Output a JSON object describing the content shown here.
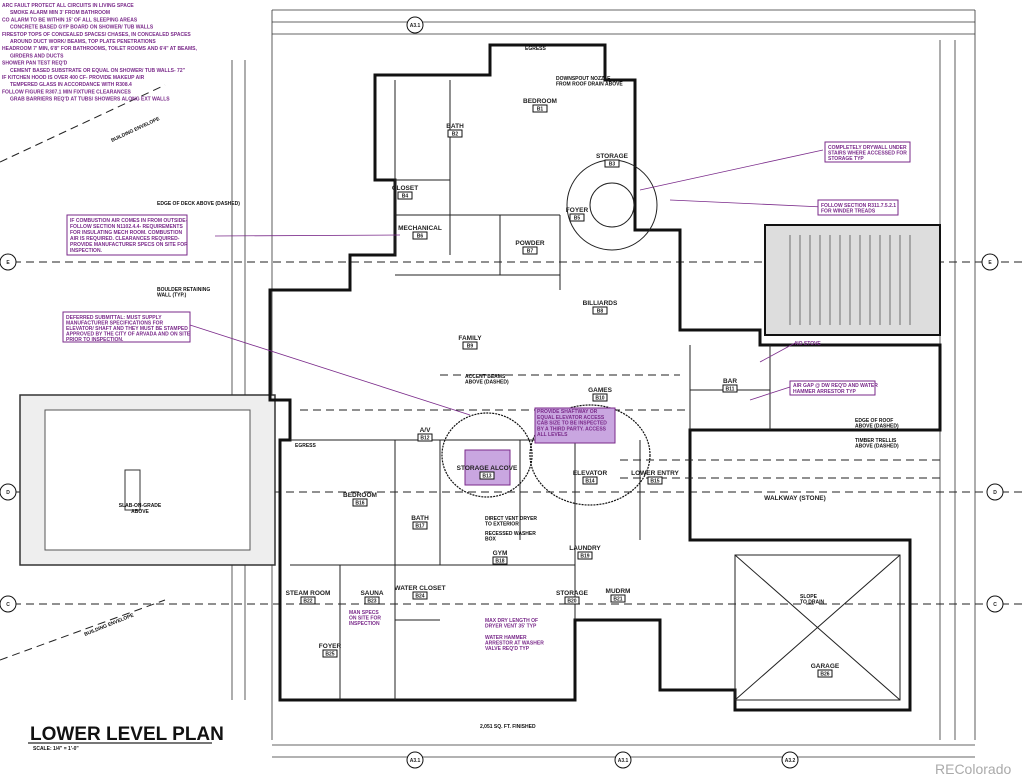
{
  "title": "LOWER LEVEL PLAN",
  "scale": "SCALE: 1/4\" = 1'-0\"",
  "area": "2,051 SQ. FT. FINISHED",
  "watermark": "REColorado",
  "general_notes": [
    "ARC FAULT PROTECT ALL CIRCUITS IN LIVING SPACE",
    "SMOKE ALARM MIN 3' FROM BATHROOM",
    "CO ALARM TO BE WITHIN 15' OF ALL SLEEPING AREAS",
    "CONCRETE BASED GYP BOARD ON SHOWER/ TUB WALLS",
    "FIRESTOP TOPS OF CONCEALED SPACES/ CHASES, IN CONCEALED SPACES",
    "AROUND DUCT WORK/ BEAMS, TOP PLATE PENETRATIONS",
    "HEADROOM 7' MIN, 6'8\" FOR BATHROOMS, TOILET ROOMS AND 6'4\" AT BEAMS,",
    "GIRDERS AND DUCTS",
    "SHOWER PAN TEST REQ'D",
    "CEMENT BASED SUBSTRATE OR EQUAL ON SHOWER/ TUB WALLS- 72\"",
    "IF KITCHEN HOOD IS OVER 400 CF- PROVIDE MAKEUP AIR",
    "TEMPERED GLASS IN ACCORDANCE WITH R308.4",
    "FOLLOW FIGURE R307.1 MIN FIXTURE CLEARANCES",
    "GRAB BARRIERS REQ'D AT TUBS/ SHOWERS ALONG EXT WALLS"
  ],
  "callouts": {
    "combustion": [
      "IF COMBUSTION AIR COMES IN FROM OUTSIDE-",
      "FOLLOW SECTION N1102.4.4- REQUIREMENTS",
      "FOR INSULATING MECH ROOM. COMBUSTION",
      "AIR IS REQUIRED. CLEARANCES REQUIRED-",
      "PROVIDE MANUFACTURER SPECS ON SITE FOR",
      "INSPECTION."
    ],
    "deferred": [
      "DEFERRED SUBMITTAL: MUST SUPPLY",
      "MANUFACTURER SPECIFICATIONS FOR",
      "ELEVATOR/ SHAFT AND THEY MUST BE STAMPED",
      "APPROVED BY THE CITY OF ARVADA AND ON SITE",
      "PRIOR TO INSPECTION."
    ],
    "drywall": [
      "COMPLETELY DRYWALL UNDER",
      "STAIRS WHERE ACCESSED FOR",
      "STORAGE TYP"
    ],
    "winder": [
      "FOLLOW SECTION R311.7.5.2.1",
      "FOR WINDER TREADS"
    ],
    "elevator": [
      "PROVIDE SHAFTWAY OR",
      "EQUAL ELEVATOR ACCESS",
      "CAB SIZE TO BE INSPECTED",
      "BY A THIRD PARTY. ACCESS",
      "ALL LEVELS"
    ],
    "air_gap": [
      "AIR GAP @ DW REQ'D AND WATER",
      "HAMMER ARRESTOR TYP"
    ],
    "no_stove": "NO STOVE",
    "man_specs": [
      "MAN SPECS",
      "ON SITE FOR",
      "INSPECTION"
    ],
    "dryer": [
      "MAX DRY LENGTH OF",
      "DRYER VENT 35' TYP"
    ],
    "water_hammer": [
      "WATER HAMMER",
      "ARRESTOR AT WASHER",
      "VALVE REQ'D TYP"
    ]
  },
  "labels": {
    "deck": "EDGE OF DECK ABOVE (DASHED)",
    "boulder": [
      "BOULDER RETAINING",
      "WALL (TYP.)"
    ],
    "envelope": "BUILDING ENVELOPE",
    "envelope2": "BUILDING ENVELOPE",
    "slab": [
      "SLAB-ON-GRADE",
      "ABOVE"
    ],
    "roof": [
      "EDGE OF ROOF",
      "ABOVE (DASHED)"
    ],
    "trellis": [
      "TIMBER TRELLIS",
      "ABOVE (DASHED)"
    ],
    "beams": [
      "ACCENT BEAMS",
      "ABOVE (DASHED)"
    ],
    "downspout": [
      "DOWNSPOUT NOZZLE",
      "FROM ROOF DRAIN ABOVE"
    ],
    "dryer_vent": [
      "DIRECT VENT DRYER",
      "TO EXTERIOR"
    ],
    "washer_box": [
      "RECESSED WASHER",
      "BOX"
    ],
    "slope": [
      "SLOPE",
      "TO DRAIN"
    ],
    "egress": "EGRESS",
    "egress2": "EGRESS"
  },
  "rooms": [
    {
      "name": "BEDROOM",
      "num": "B1"
    },
    {
      "name": "BATH",
      "num": "B2"
    },
    {
      "name": "STORAGE",
      "num": "B3"
    },
    {
      "name": "CLOSET",
      "num": "B4"
    },
    {
      "name": "FOYER",
      "num": "B5"
    },
    {
      "name": "MECHANICAL",
      "num": "B6"
    },
    {
      "name": "POWDER",
      "num": "B7"
    },
    {
      "name": "BILLIARDS",
      "num": "B8"
    },
    {
      "name": "FAMILY",
      "num": "B9"
    },
    {
      "name": "GAMES",
      "num": "B10"
    },
    {
      "name": "BAR",
      "num": "B11"
    },
    {
      "name": "A/V",
      "num": "B12"
    },
    {
      "name": "STORAGE ALCOVE",
      "num": "B13"
    },
    {
      "name": "ELEVATOR",
      "num": "B14"
    },
    {
      "name": "LOWER ENTRY",
      "num": "B15"
    },
    {
      "name": "BEDROOM",
      "num": "B16"
    },
    {
      "name": "WALKWAY (STONE)",
      "num": ""
    },
    {
      "name": "BATH",
      "num": "B17"
    },
    {
      "name": "GYM",
      "num": "B18"
    },
    {
      "name": "LAUNDRY",
      "num": "B19"
    },
    {
      "name": "STORAGE",
      "num": "B20"
    },
    {
      "name": "MUDRM",
      "num": "B21"
    },
    {
      "name": "STEAM ROOM",
      "num": "B22"
    },
    {
      "name": "SAUNA",
      "num": "B23"
    },
    {
      "name": "WATER CLOSET",
      "num": "B24"
    },
    {
      "name": "FOYER",
      "num": "B25"
    },
    {
      "name": "GARAGE",
      "num": "B26"
    }
  ],
  "grid_tags": [
    "E",
    "E",
    "D",
    "D",
    "C",
    "C",
    "A3.1",
    "A3.1",
    "A3.1",
    "A3.2"
  ],
  "colors": {
    "note": "#7a2a8a",
    "highlight": "#c9a6e0"
  }
}
